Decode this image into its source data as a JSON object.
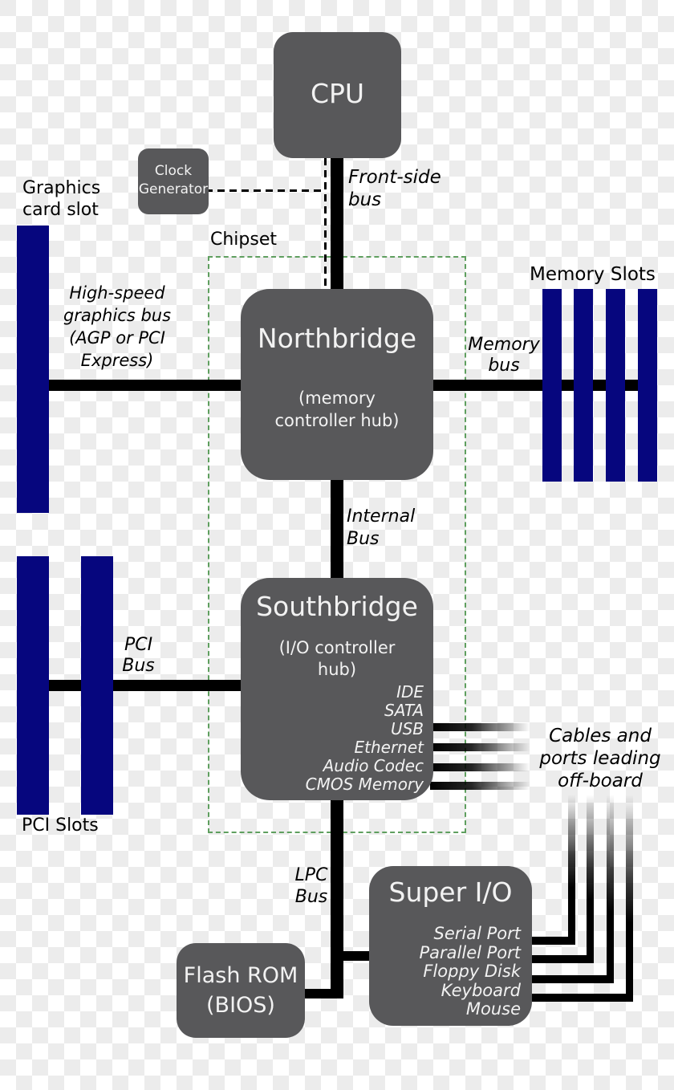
{
  "colors": {
    "box_fill": "#58585a",
    "box_text": "#f2f2f2",
    "slot_blue": "#06067e",
    "chipset_green": "#5f9f5f",
    "bus_black": "#000000",
    "checker_gray": "#ececec",
    "label_black": "#000000"
  },
  "boxes": {
    "cpu": {
      "title": "CPU"
    },
    "clock_generator": {
      "lines": [
        "Clock",
        "Generator"
      ]
    },
    "northbridge": {
      "title": "Northbridge",
      "subtitle_lines": [
        "(memory",
        "controller hub)"
      ]
    },
    "southbridge": {
      "title": "Southbridge",
      "subtitle_lines": [
        "(I/O controller",
        "hub)"
      ],
      "ports": [
        "IDE",
        "SATA",
        "USB",
        "Ethernet",
        "Audio Codec",
        "CMOS Memory"
      ]
    },
    "super_io": {
      "title": "Super I/O",
      "ports": [
        "Serial Port",
        "Parallel Port",
        "Floppy Disk",
        "Keyboard",
        "Mouse"
      ]
    },
    "flash_rom": {
      "lines": [
        "Flash ROM",
        "(BIOS)"
      ]
    }
  },
  "labels": {
    "graphics_card_slot_lines": [
      "Graphics",
      "card slot"
    ],
    "chipset": "Chipset",
    "front_side_bus_lines": [
      "Front-side",
      "bus"
    ],
    "high_speed_graphics_bus_lines": [
      "High-speed",
      "graphics bus",
      "(AGP or PCI",
      "Express)"
    ],
    "memory_slots": "Memory Slots",
    "memory_bus_lines": [
      "Memory",
      "bus"
    ],
    "internal_bus_lines": [
      "Internal",
      "Bus"
    ],
    "pci_bus_lines": [
      "PCI",
      "Bus"
    ],
    "pci_slots": "PCI Slots",
    "lpc_bus_lines": [
      "LPC",
      "Bus"
    ],
    "cables_offboard_lines": [
      "Cables and",
      "ports leading",
      "off-board"
    ]
  }
}
